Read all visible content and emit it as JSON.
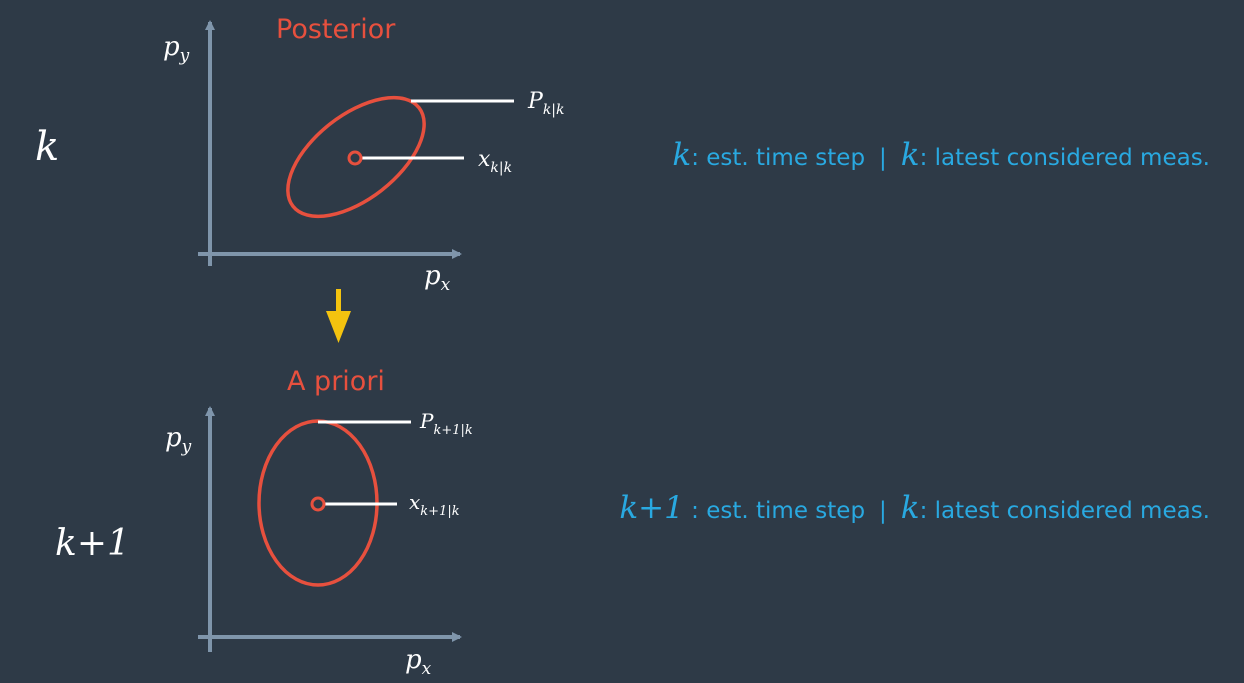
{
  "colors": {
    "background": "#2e3a47",
    "axis": "#7f95ab",
    "ellipse": "#e7503e",
    "title": "#e7503e",
    "caption": "#29a9e1",
    "arrow": "#f4c30f",
    "leader": "#ffffff"
  },
  "top": {
    "step": "k",
    "title": "Posterior",
    "ylabel": {
      "base": "p",
      "sub": "y"
    },
    "xlabel": {
      "base": "p",
      "sub": "x"
    },
    "cov_label": {
      "base": "P",
      "sub": "k|k"
    },
    "mean_label": {
      "base": "x",
      "sub": "k|k"
    },
    "caption": {
      "sym1": "k",
      "text1": ": est. time step",
      "sep": "|",
      "sym2": "k",
      "text2": ": latest considered meas."
    }
  },
  "bottom": {
    "step": "k+1",
    "title": "A priori",
    "ylabel": {
      "base": "p",
      "sub": "y"
    },
    "xlabel": {
      "base": "p",
      "sub": "x"
    },
    "cov_label": {
      "base": "P",
      "sub": "k+1|k"
    },
    "mean_label": {
      "base": "x",
      "sub": "k+1|k"
    },
    "caption": {
      "sym1": "k+1",
      "text1": " : est. time step",
      "sep": "|",
      "sym2": "k",
      "text2": ": latest considered meas."
    }
  },
  "icons": {
    "transition": "down-arrow-icon"
  }
}
